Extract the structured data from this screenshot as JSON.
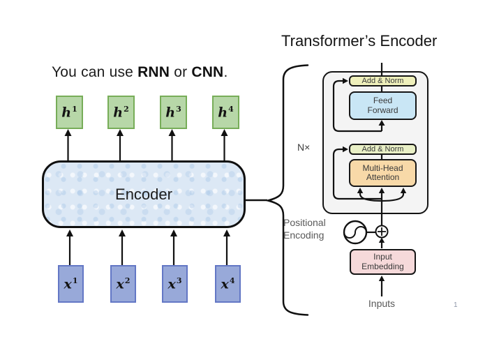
{
  "slide": {
    "page_number": "1",
    "colors": {
      "hidden_state_fill": "#b7d7a8",
      "hidden_state_border": "#77ad58",
      "input_vector_fill": "#98a9d9",
      "input_vector_border": "#6377c5",
      "encoder_fill": "#dce8f5",
      "add_norm_1_fill": "#eff0bb",
      "add_norm_2_fill": "#e9f0c6",
      "feed_forward_fill": "#c9e6f5",
      "multi_head_attention_fill": "#f8d9a8",
      "input_embedding_fill": "#f6d9da",
      "transformer_outer_fill": "#f4f4f4",
      "muted_label_text": "#595959"
    }
  },
  "left": {
    "title": {
      "pre": "You can use ",
      "rnn": "RNN",
      "mid": " or ",
      "cnn": "CNN",
      "end": "."
    },
    "encoder_label": "Encoder",
    "h_boxes": [
      {
        "base": "h",
        "sup": "1"
      },
      {
        "base": "h",
        "sup": "2"
      },
      {
        "base": "h",
        "sup": "3"
      },
      {
        "base": "h",
        "sup": "4"
      }
    ],
    "x_boxes": [
      {
        "base": "x",
        "sup": "1"
      },
      {
        "base": "x",
        "sup": "2"
      },
      {
        "base": "x",
        "sup": "3"
      },
      {
        "base": "x",
        "sup": "4"
      }
    ]
  },
  "right": {
    "title": "Transformer’s Encoder",
    "n_times": "N×",
    "blocks": {
      "add_norm_1": "Add & Norm",
      "feed_forward_line1": "Feed",
      "feed_forward_line2": "Forward",
      "add_norm_2": "Add & Norm",
      "mha_line1": "Multi-Head",
      "mha_line2": "Attention",
      "embed_line1": "Input",
      "embed_line2": "Embedding"
    },
    "positional_line1": "Positional",
    "positional_line2": "Encoding",
    "inputs_label": "Inputs"
  }
}
